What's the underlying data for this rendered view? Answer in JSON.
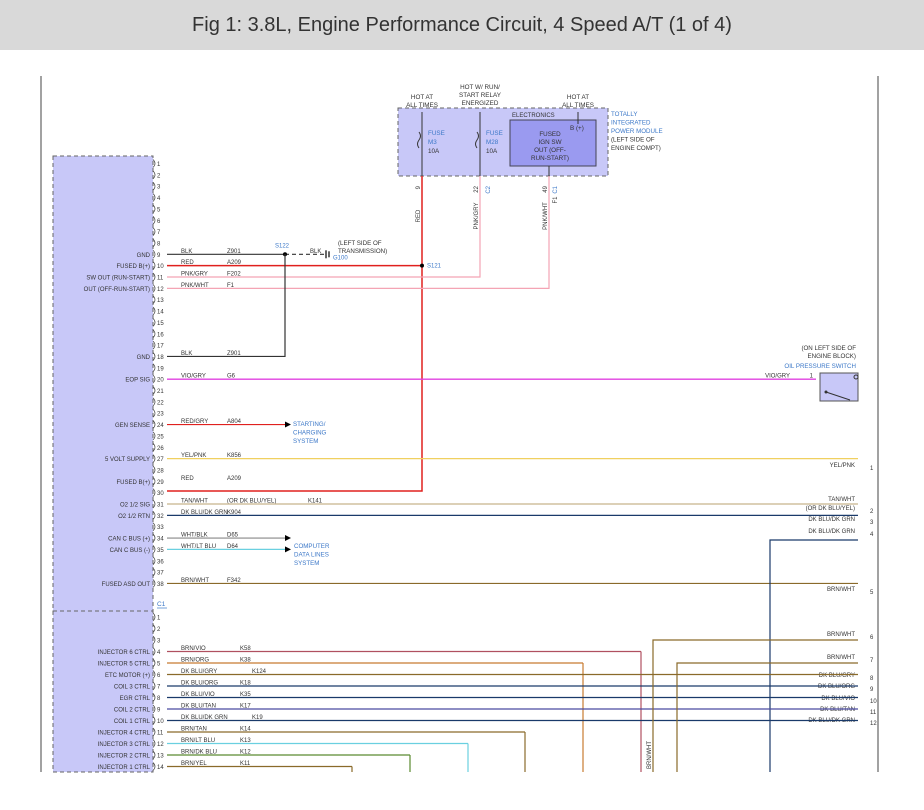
{
  "title": "Fig 1: 3.8L, Engine Performance Circuit, 4 Speed A/T (1 of 4)",
  "tipm": {
    "label": [
      "TOTALLY",
      "INTEGRATED",
      "POWER MODULE",
      "(LEFT SIDE OF",
      "ENGINE COMPT)"
    ],
    "hot1": [
      "HOT AT",
      "ALL TIMES"
    ],
    "hot2": [
      "HOT W/ RUN/",
      "START RELAY",
      "ENERGIZED"
    ],
    "hot3": [
      "HOT AT",
      "ALL TIMES"
    ],
    "fuse1": [
      "FUSE",
      "M3",
      "10A"
    ],
    "fuse2": [
      "FUSE",
      "M28",
      "10A"
    ],
    "electronics": "ELECTRONICS",
    "b_plus": "B (+)",
    "ign_box": [
      "FUSED",
      "IGN SW",
      "OUT (OFF-",
      "RUN-START)"
    ],
    "pins": [
      "9",
      "22",
      "49"
    ],
    "connectors": [
      "C2",
      "C1"
    ],
    "wire_labels": [
      "RED",
      "PNK/GRY",
      "PNK/WHT",
      "F1"
    ]
  },
  "pcm_top": {
    "pins": [
      "1",
      "2",
      "3",
      "4",
      "5",
      "6",
      "7",
      "8",
      "9",
      "10",
      "11",
      "12",
      "13",
      "14",
      "15",
      "16",
      "17",
      "18",
      "19",
      "20",
      "21",
      "22",
      "23",
      "24",
      "25",
      "26",
      "27",
      "28",
      "29",
      "30",
      "31",
      "32",
      "33",
      "34",
      "35",
      "36",
      "37",
      "38"
    ],
    "connector": "C1"
  },
  "pcm_bottom": {
    "pins": [
      "1",
      "2",
      "3",
      "4",
      "5",
      "6",
      "7",
      "8",
      "9",
      "10",
      "11",
      "12",
      "13",
      "14"
    ]
  },
  "pcm_labels": [
    {
      "pin": 9,
      "text": "GND"
    },
    {
      "pin": 10,
      "text": "FUSED B(+)"
    },
    {
      "pin": 11,
      "text": "SW OUT (RUN-START)"
    },
    {
      "pin": 12,
      "text": "OUT (OFF-RUN-START)"
    },
    {
      "pin": 18,
      "text": "GND"
    },
    {
      "pin": 20,
      "text": "EOP SIG"
    },
    {
      "pin": 24,
      "text": "GEN SENSE"
    },
    {
      "pin": 27,
      "text": "5 VOLT SUPPLY"
    },
    {
      "pin": 29,
      "text": "FUSED B(+)"
    },
    {
      "pin": 31,
      "text": "O2 1/2 SIG"
    },
    {
      "pin": 32,
      "text": "O2 1/2 RTN"
    },
    {
      "pin": 34,
      "text": "CAN C BUS (+)"
    },
    {
      "pin": 35,
      "text": "CAN C BUS (-)"
    },
    {
      "pin": 38,
      "text": "FUSED ASD OUT"
    }
  ],
  "pcm_bottom_labels": [
    {
      "pin": 4,
      "text": "INJECTOR 6 CTRL"
    },
    {
      "pin": 5,
      "text": "INJECTOR 5 CTRL"
    },
    {
      "pin": 6,
      "text": "ETC MOTOR (+)"
    },
    {
      "pin": 7,
      "text": "COIL 3 CTRL"
    },
    {
      "pin": 8,
      "text": "EGR CTRL"
    },
    {
      "pin": 9,
      "text": "COIL 2 CTRL"
    },
    {
      "pin": 10,
      "text": "COIL 1 CTRL"
    },
    {
      "pin": 11,
      "text": "INJECTOR 4 CTRL"
    },
    {
      "pin": 12,
      "text": "INJECTOR 3 CTRL"
    },
    {
      "pin": 13,
      "text": "INJECTOR 2 CTRL"
    },
    {
      "pin": 14,
      "text": "INJECTOR 1 CTRL"
    }
  ],
  "wires_top": [
    {
      "pin": 9,
      "color": "BLK",
      "circuit": "Z901"
    },
    {
      "pin": 10,
      "color": "RED",
      "circuit": "A209"
    },
    {
      "pin": 11,
      "color": "PNK/GRY",
      "circuit": "F202"
    },
    {
      "pin": 12,
      "color": "PNK/WHT",
      "circuit": "F1"
    },
    {
      "pin": 18,
      "color": "BLK",
      "circuit": "Z901"
    },
    {
      "pin": 20,
      "color": "VIO/GRY",
      "circuit": "G6"
    },
    {
      "pin": 24,
      "color": "RED/GRY",
      "circuit": "A804"
    },
    {
      "pin": 27,
      "color": "YEL/PNK",
      "circuit": "K856"
    },
    {
      "pin": 29,
      "color": "RED",
      "circuit": "A209"
    },
    {
      "pin": 31,
      "color": "TAN/WHT",
      "circuit": "K141",
      "alt": "(OR DK BLU/YEL)"
    },
    {
      "pin": 32,
      "color": "DK BLU/DK GRN",
      "circuit": "K904"
    },
    {
      "pin": 34,
      "color": "WHT/BLK",
      "circuit": "D65"
    },
    {
      "pin": 35,
      "color": "WHT/LT BLU",
      "circuit": "D64"
    },
    {
      "pin": 38,
      "color": "BRN/WHT",
      "circuit": "F342"
    }
  ],
  "wires_bottom": [
    {
      "pin": 4,
      "color": "BRN/VIO",
      "circuit": "K58"
    },
    {
      "pin": 5,
      "color": "BRN/ORG",
      "circuit": "K38"
    },
    {
      "pin": 6,
      "color": "DK BLU/GRY",
      "circuit": "K124"
    },
    {
      "pin": 7,
      "color": "DK BLU/ORG",
      "circuit": "K18"
    },
    {
      "pin": 8,
      "color": "DK BLU/VIO",
      "circuit": "K35"
    },
    {
      "pin": 9,
      "color": "DK BLU/TAN",
      "circuit": "K17"
    },
    {
      "pin": 10,
      "color": "DK BLU/DK GRN",
      "circuit": "K19"
    },
    {
      "pin": 11,
      "color": "BRN/TAN",
      "circuit": "K14"
    },
    {
      "pin": 12,
      "color": "BRN/LT BLU",
      "circuit": "K13"
    },
    {
      "pin": 13,
      "color": "BRN/DK BLU",
      "circuit": "K12"
    },
    {
      "pin": 14,
      "color": "BRN/YEL",
      "circuit": "K11"
    }
  ],
  "splices": {
    "s122": "S122",
    "s121": "S121"
  },
  "ground": {
    "wire": "BLK",
    "id": "G100",
    "note": [
      "(LEFT SIDE OF",
      "TRANSMISSION)"
    ]
  },
  "oil_switch": {
    "location": [
      "(ON LEFT SIDE OF",
      "ENGINE BLOCK)"
    ],
    "name": "OIL PRESSURE SWITCH",
    "wire": "VIO/GRY",
    "pin": "1"
  },
  "starting_charging": [
    "STARTING/",
    "CHARGING",
    "SYSTEM"
  ],
  "computer_data": [
    "COMPUTER",
    "DATA LINES",
    "SYSTEM"
  ],
  "right_labels": [
    {
      "text": "YEL/PNK",
      "num": "1"
    },
    {
      "text": "TAN/WHT",
      "num": ""
    },
    {
      "text": "(OR DK BLU/YEL)",
      "num": "2"
    },
    {
      "text": "DK BLU/DK GRN",
      "num": "3"
    },
    {
      "text": "DK BLU/DK GRN",
      "num": "4"
    },
    {
      "text": "BRN/WHT",
      "num": "5"
    },
    {
      "text": "BRN/WHT",
      "num": "6"
    },
    {
      "text": "BRN/WHT",
      "num": "7"
    },
    {
      "text": "DK BLU/GRY",
      "num": "8"
    },
    {
      "text": "DK BLU/ORG",
      "num": "9"
    },
    {
      "text": "DK BLU/VIO",
      "num": "10"
    },
    {
      "text": "DK BLU/TAN",
      "num": "11"
    },
    {
      "text": "DK BLU/DK GRN",
      "num": "12"
    }
  ],
  "bottom_vertical": "BRN/WHT",
  "colors": {
    "blk": "#333333",
    "red": "#e0201e",
    "pnk": "#f4a4b4",
    "vio": "#e040e0",
    "yel": "#f0d060",
    "tan": "#c8b48c",
    "dkblu": "#1a3a6a",
    "dkgrn": "#2a6050",
    "brn": "#8a6a2a",
    "brnorg": "#c87a30",
    "brnvio": "#b05060",
    "ltblu": "#6ad0e0",
    "module": "#c8c8f8",
    "module_dark": "#9a9af0",
    "blue_text": "#3c78c8"
  }
}
